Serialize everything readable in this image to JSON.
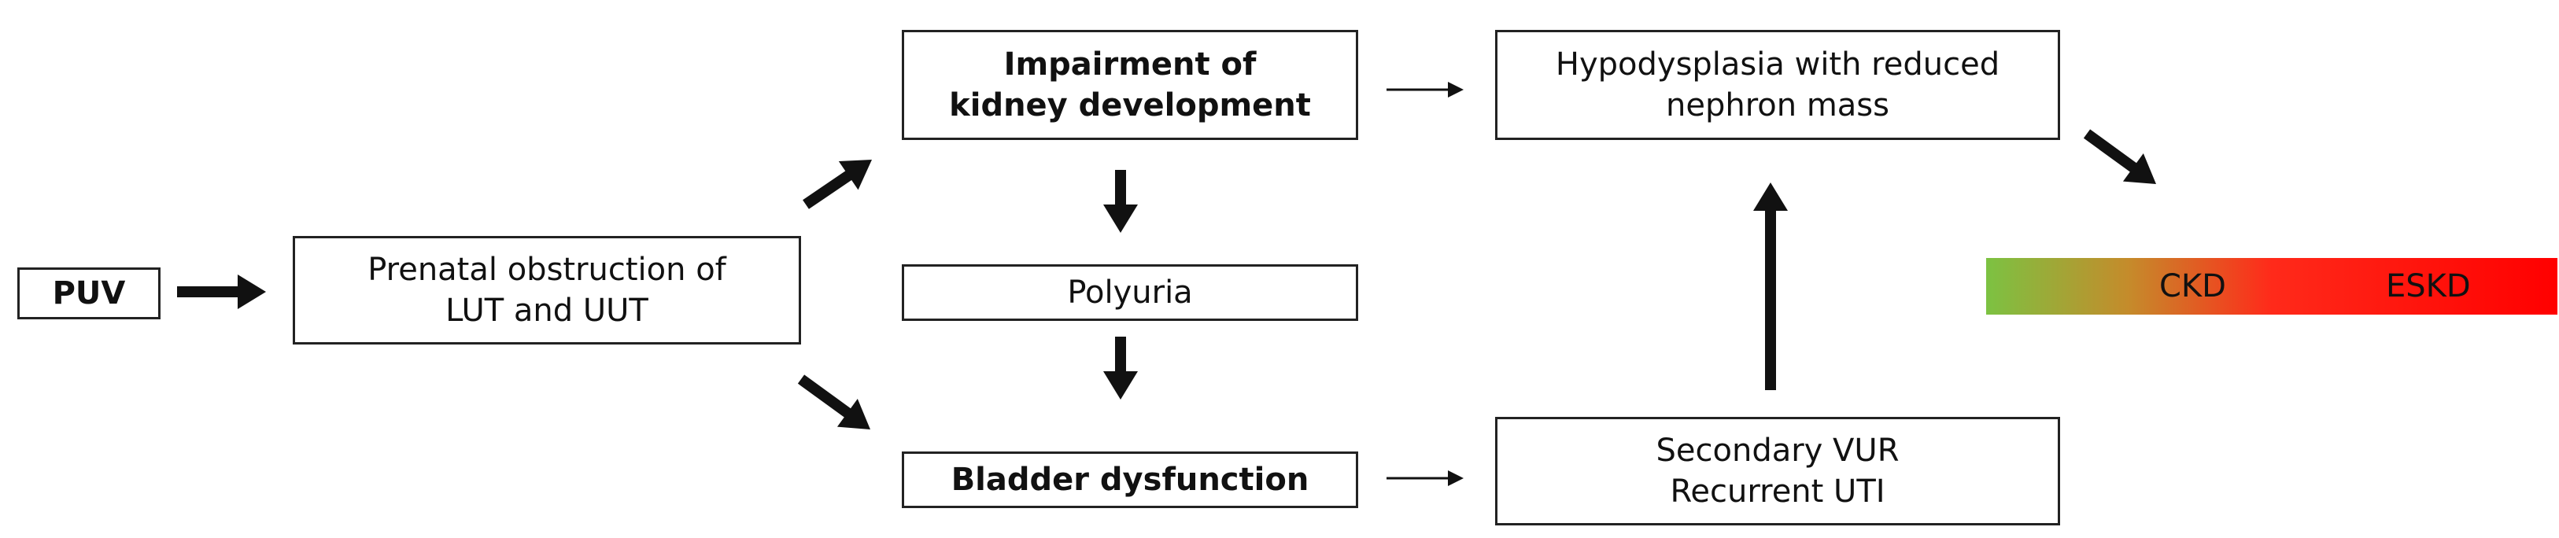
{
  "nodes": {
    "puv": {
      "lines": [
        "PUV"
      ]
    },
    "prenatal": {
      "lines": [
        "Prenatal obstruction of",
        "LUT and UUT"
      ]
    },
    "impairment": {
      "lines": [
        "Impairment of",
        "kidney development"
      ]
    },
    "polyuria": {
      "lines": [
        "Polyuria"
      ]
    },
    "bladder": {
      "lines": [
        "Bladder dysfunction"
      ]
    },
    "hypodysplasia": {
      "lines": [
        "Hypodysplasia with reduced",
        "nephron mass"
      ]
    },
    "vur_uti": {
      "lines": [
        "Secondary VUR",
        "Recurrent UTI"
      ]
    }
  },
  "outcome_bar": {
    "labels": [
      "CKD",
      "ESKD"
    ],
    "colors": [
      "#7cc242",
      "#c58b2b",
      "#ff2a1a",
      "#ff0000"
    ]
  },
  "edges": [
    {
      "from": "puv",
      "to": "prenatal",
      "style": "bold"
    },
    {
      "from": "prenatal",
      "to": "impairment",
      "style": "bold"
    },
    {
      "from": "prenatal",
      "to": "bladder",
      "style": "bold"
    },
    {
      "from": "impairment",
      "to": "polyuria",
      "style": "bold"
    },
    {
      "from": "polyuria",
      "to": "bladder",
      "style": "bold"
    },
    {
      "from": "impairment",
      "to": "hypodysplasia",
      "style": "thin"
    },
    {
      "from": "bladder",
      "to": "vur_uti",
      "style": "thin"
    },
    {
      "from": "vur_uti",
      "to": "hypodysplasia",
      "style": "bold"
    },
    {
      "from": "hypodysplasia",
      "to": "outcome_bar",
      "style": "bold"
    }
  ],
  "colors": {
    "line": "#111111",
    "border": "#222222",
    "text": "#111111"
  }
}
